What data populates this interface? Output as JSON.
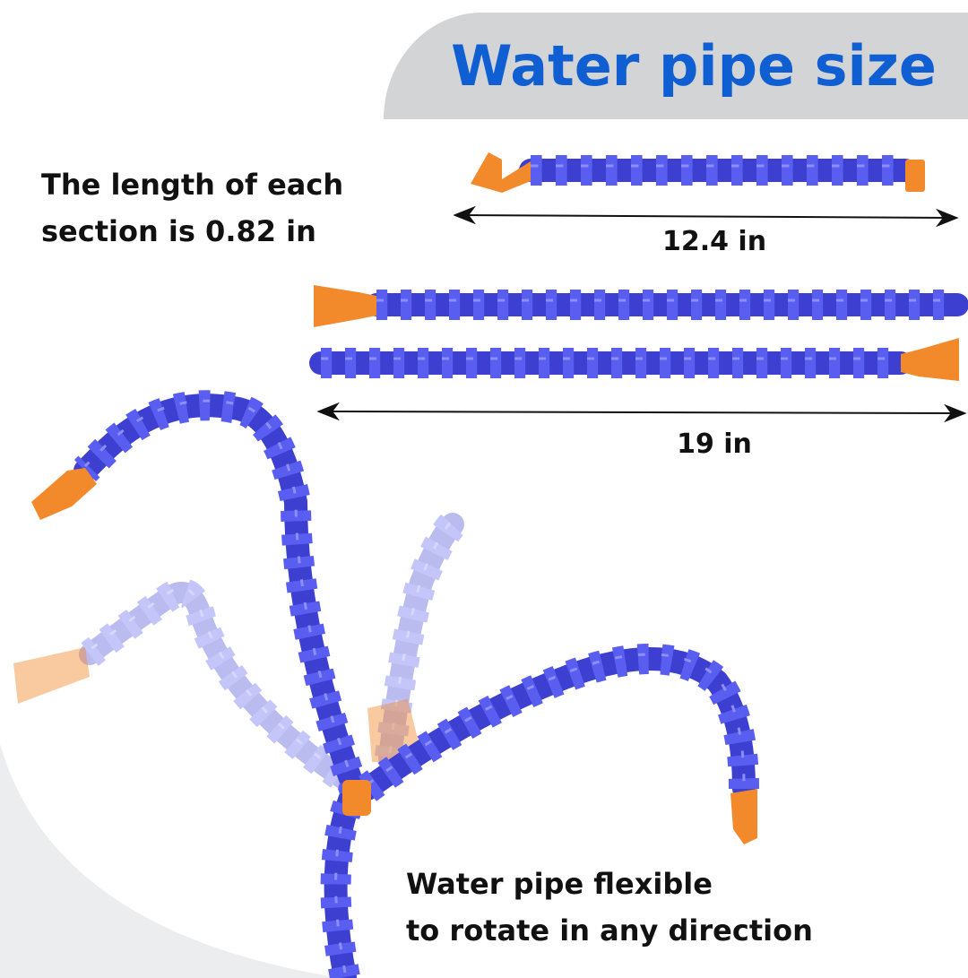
{
  "header": {
    "title": "Water pipe size"
  },
  "section_note": {
    "line1": "The length of each",
    "line2": "section is 0.82 in"
  },
  "dimensions": {
    "short_pipe": "12.4 in",
    "long_pipe": "19 in"
  },
  "flex_note": {
    "line1": "Water pipe flexible",
    "line2": "to rotate in any direction"
  },
  "colors": {
    "pipe_blue": "#3d3fd0",
    "nozzle_orange": "#f28a2c",
    "title_blue": "#0f5fd2",
    "header_gray": "#d3d4d6"
  }
}
